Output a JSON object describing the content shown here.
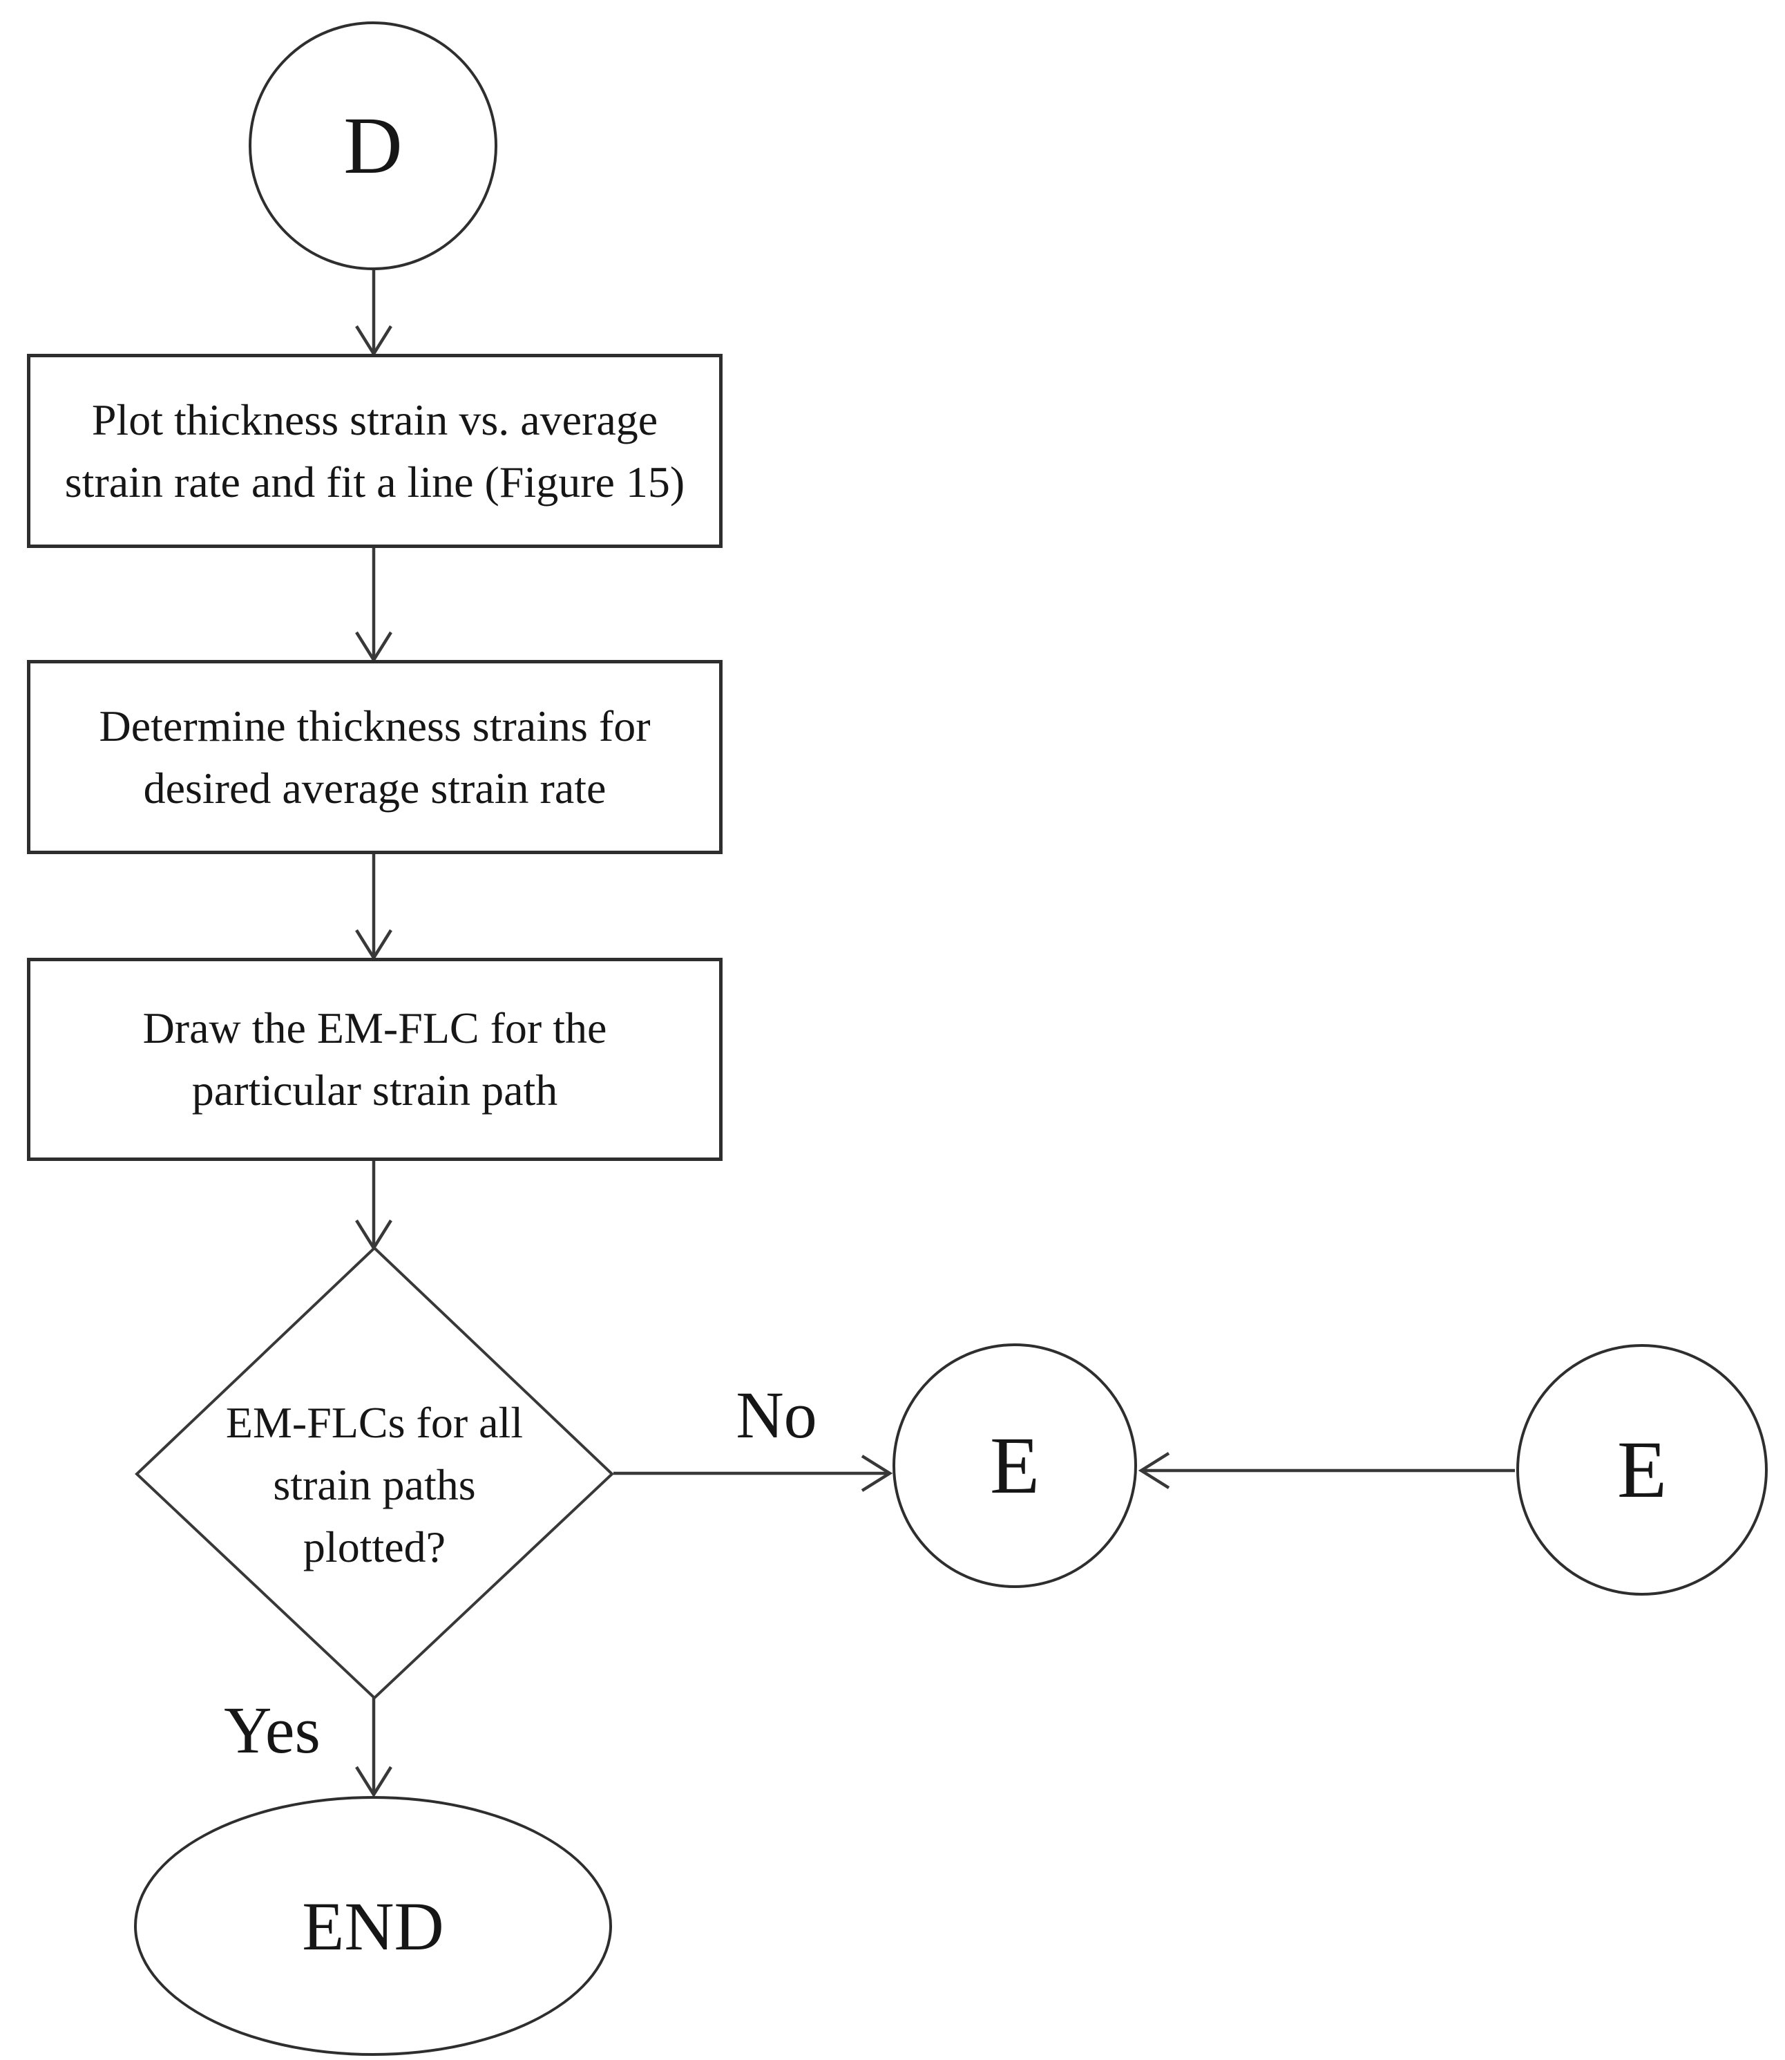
{
  "figure": {
    "background": "#ffffff",
    "line_color": "#383838",
    "border_color": "#2e2e2e",
    "text_color": "#161616"
  },
  "nodes": {
    "connector_d": {
      "label": "D"
    },
    "step_plot": {
      "lines": [
        "Plot thickness strain vs. average",
        "strain rate and fit a line (Figure 15)"
      ]
    },
    "step_determine": {
      "lines": [
        "Determine thickness strains for",
        "desired average strain rate"
      ]
    },
    "step_draw": {
      "lines": [
        "Draw the EM-FLC for the",
        "particular strain path"
      ]
    },
    "decision": {
      "lines": [
        "EM-FLCs for all",
        "strain paths",
        "plotted?"
      ]
    },
    "connector_e_mid": {
      "label": "E"
    },
    "connector_e_right": {
      "label": "E"
    },
    "end": {
      "label": "END"
    }
  },
  "edges": {
    "no_label": "No",
    "yes_label": "Yes"
  }
}
